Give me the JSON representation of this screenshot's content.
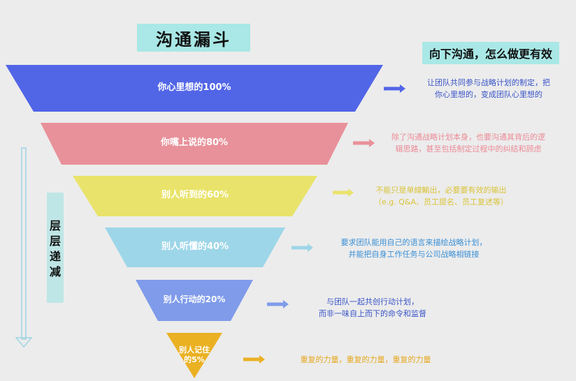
{
  "title": "沟通漏斗",
  "subtitle": "向下沟通，怎么做更有效",
  "side_label": "层\n层\n递\n减",
  "layers": [
    {
      "label": "你心里想的100%",
      "note": "让团队共同参与战略计划的制定，把\n你心里想的，变成团队心里想的",
      "color": "#5165e7",
      "note_color": "#3a55c8"
    },
    {
      "label": "你嘴上说的80%",
      "note": "除了沟通战略计划本身，也要沟通其背后的逻\n辑思路，甚至包括制定过程中的纠结和顾虑",
      "color": "#e8919a",
      "note_color": "#ec8a96"
    },
    {
      "label": "别人听到的60%",
      "note": "不能只是单線輸出，必要要有效的输出\n（e.g. Q&A、员工提名、员工复述等）",
      "color": "#e9e36b",
      "note_color": "#d9c43a"
    },
    {
      "label": "别人听懂的40%",
      "note": "要求团队能用自己的语言来描绘战略计划，\n并能把自身工作任务与公司战略相链接",
      "color": "#9dd6e8",
      "note_color": "#3a8fd6"
    },
    {
      "label": "别人行动的20%",
      "note": "与团队一起共创行动计划，\n而非一味自上而下的命令和监督",
      "color": "#7f9bea",
      "note_color": "#3a55c8"
    },
    {
      "label": "别人记住\n的5%",
      "note": "重复的力量，重复的力量，重复的力量",
      "color": "#eab123",
      "note_color": "#e6a81e"
    }
  ]
}
